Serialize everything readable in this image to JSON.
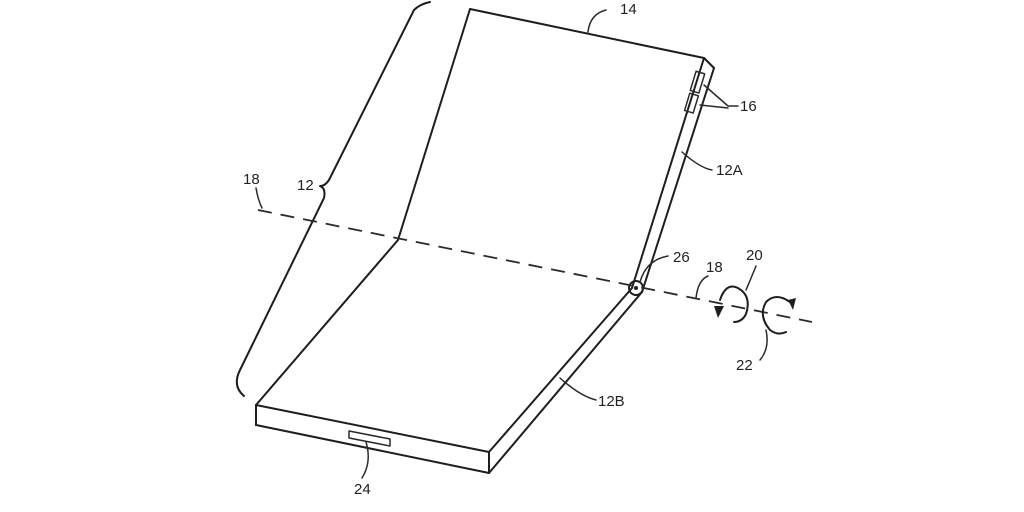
{
  "figure": {
    "description": "Patent line drawing of a foldable device folded about a hinge axis",
    "line_color": "#1e1e1e",
    "background": "#ffffff"
  },
  "labels": {
    "device": "12",
    "upper_housing": "12A",
    "lower_housing": "12B",
    "display": "14",
    "buttons": "16",
    "axis_left": "18",
    "axis_right": "18",
    "rotation_20": "20",
    "rotation_22": "22",
    "connector_port": "24",
    "hinge": "26"
  }
}
